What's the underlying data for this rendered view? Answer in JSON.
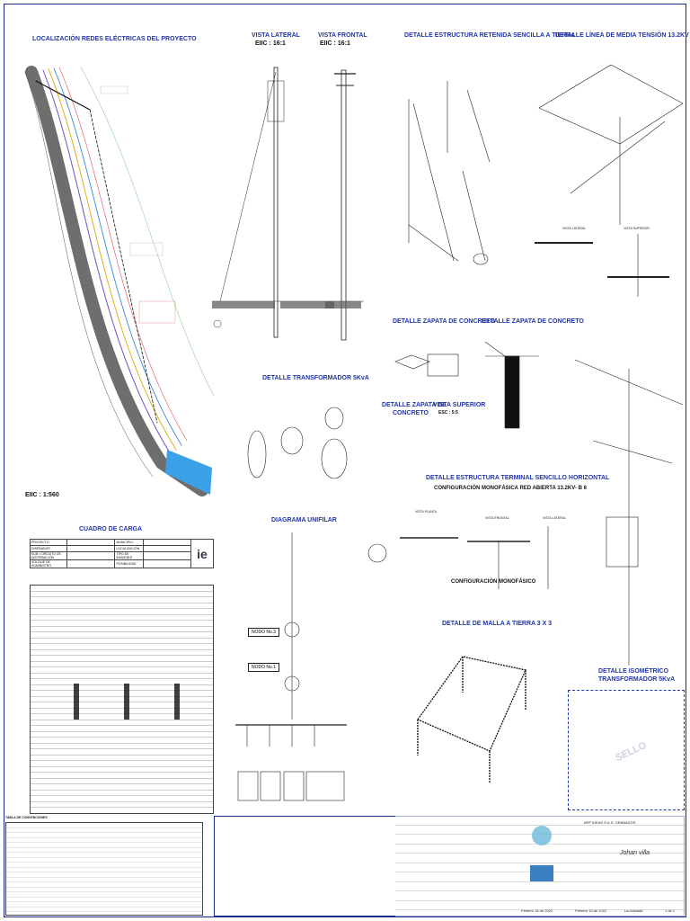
{
  "titles": {
    "localizacion": "LOCALIZACIÓN REDES ELÉCTRICAS DEL PROYECTO",
    "vista_lateral": "VISTA LATERAL",
    "vista_lateral_scale": "EIIC : 16:1",
    "vista_frontal": "VISTA FRONTAL",
    "vista_frontal_scale": "EIIC : 16:1",
    "retenida": "DETALLE ESTRUCTURA RETENIDA SENCILLA A TIERRA",
    "linea_media": "DETALLE LÍNEA DE MEDIA TENSIÓN 13.2KV",
    "zapata1": "DETALLE ZAPATA DE CONCRETO",
    "zapata2": "DETALLE ZAPATA DE CONCRETO",
    "zapata3_a": "DETALLE ZAPATA DE",
    "zapata3_b": "CONCRETO",
    "vista_superior": "VISTA SUPERIOR",
    "vista_superior_scale": "ESC : 5:5",
    "transformador": "DETALLE TRANSFORMADOR 5KvA",
    "loc_scale": "EIIC : 1:560",
    "cuadro_carga": "CUADRO DE CARGA",
    "diagrama_unifilar": "DIAGRAMA UNIFILAR",
    "terminal_a": "DETALLE ESTRUCTURA TERMINAL SENCILLO HORIZONTAL",
    "terminal_b": "CONFIGURACIÓN MONOFÁSICA RED ABIERTA 13.2KV- B 6",
    "config_mono": "CONFIGURACIÓN MONOFÁSICO",
    "malla": "DETALLE DE MALLA A TIERRA 3 X 3",
    "isometrico_a": "DETALLE ISOMÉTRICO",
    "isometrico_b": "TRANSFORMADOR 5KvA",
    "nodo3": "NODO No.3",
    "nodo1": "NODO No.1",
    "sello": "SELLO",
    "vista_planta": "VISTA PLANTA",
    "vista_frontal_small": "VISTA FRONTAL",
    "vista_lateral_small": "VISTA LATERAL",
    "vista_lateral_lm": "VISTA LATERAL",
    "vista_superior_lm": "VISTA SUPERIOR",
    "convenciones": "TABLA DE CONVENCIONES"
  },
  "cuadro": {
    "rows": [
      [
        "PROYECTO",
        "",
        "MUNICIPIO",
        "",
        ""
      ],
      [
        "DISEÑADOR",
        "",
        "LOCALIZACIÓN",
        "",
        ""
      ],
      [
        "SUB / CIRCUITO DE DISTRIBUCIÓN",
        "",
        "TIPO DE INMUEBLE",
        "",
        ""
      ],
      [
        "VOLTAJE DE SUMINISTRO",
        "",
        "POSIBILIDAD",
        "",
        ""
      ]
    ],
    "logo": "ie"
  },
  "title_block": {
    "empresa": "APP IDEAS S.A.S. GRANADOS",
    "firma": "Johan villa",
    "fecha1": "Febrero 15 de 2022",
    "fecha2": "Febrero 15 de 2022",
    "escala": "La indicada",
    "hoja": "1 de 1"
  },
  "colors": {
    "border": "#1a2a8a",
    "title_blue": "#2336a8",
    "road_dark": "#6e6e6e",
    "water": "#3aa0e8"
  }
}
